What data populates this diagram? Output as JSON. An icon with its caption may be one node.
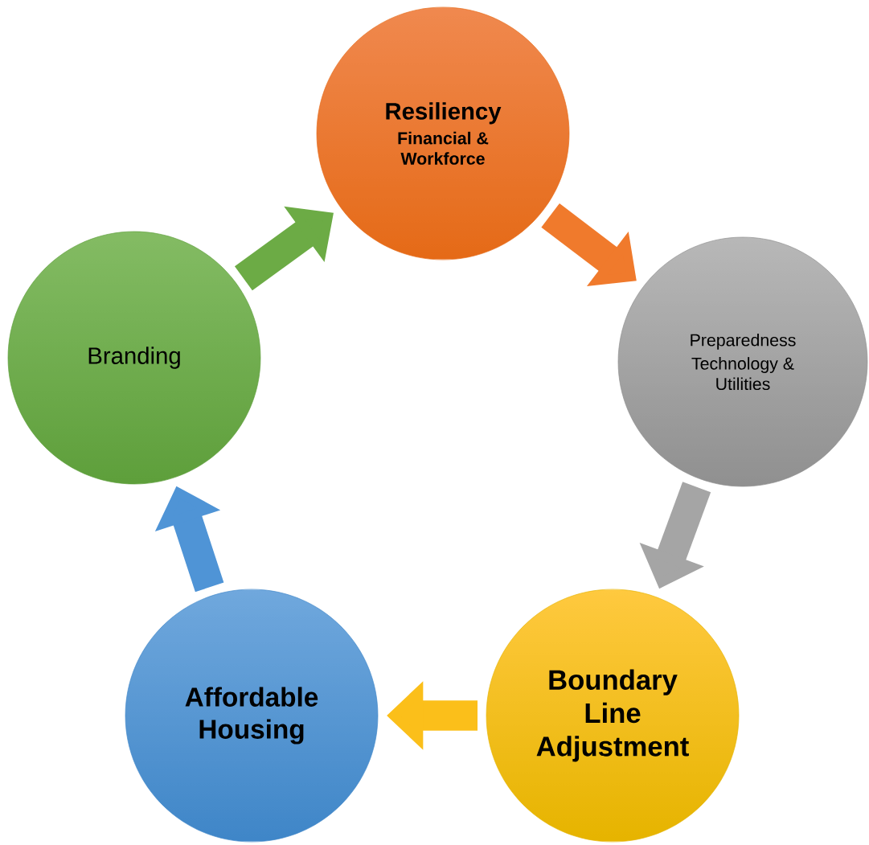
{
  "diagram": {
    "nodes": [
      {
        "text": [
          "Resiliency",
          "Financial & Workforce"
        ]
      },
      {
        "text": [
          "Preparedness",
          "Technology & Utilities"
        ]
      },
      {
        "text": [
          "Boundary Line Adjustment"
        ]
      },
      {
        "text": [
          "Affordable Housing"
        ]
      },
      {
        "text": [
          "Branding"
        ]
      }
    ],
    "edges": [
      {
        "from": 0,
        "to": 1,
        "arrow": "to",
        "color": "#f07a2c"
      },
      {
        "from": 1,
        "to": 2,
        "arrow": "to",
        "color": "#a5a5a5"
      },
      {
        "from": 2,
        "to": 3,
        "arrow": "to",
        "color": "#fbbf1a"
      },
      {
        "from": 3,
        "to": 4,
        "arrow": "to",
        "color": "#4f94d6"
      },
      {
        "from": 4,
        "to": 0,
        "arrow": "to",
        "color": "#6cab45"
      }
    ]
  }
}
